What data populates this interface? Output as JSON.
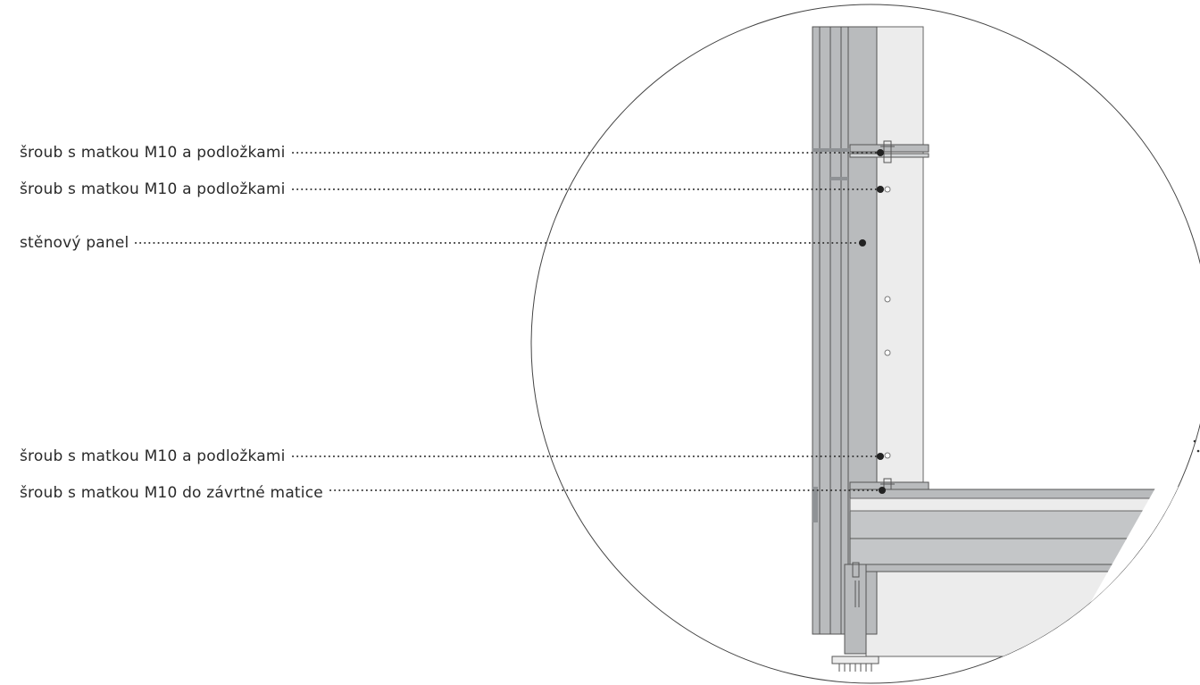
{
  "callouts": [
    {
      "id": "bolt-1",
      "text": "šroub s matkou M10 a podložkami"
    },
    {
      "id": "bolt-2",
      "text": "šroub s matkou M10 a podložkami"
    },
    {
      "id": "wall-panel",
      "text": "stěnový panel"
    },
    {
      "id": "bolt-3",
      "text": "šroub s matkou M10 a podložkami"
    },
    {
      "id": "bolt-4",
      "text": "šroub s matkou M10 do závrtné matice"
    }
  ],
  "colors": {
    "text": "#2a2a2a",
    "steel": "#b9bbbd",
    "steel_dark": "#8f9295",
    "panel_fill": "#ececec",
    "outline": "#555555",
    "leader": "#333333"
  }
}
